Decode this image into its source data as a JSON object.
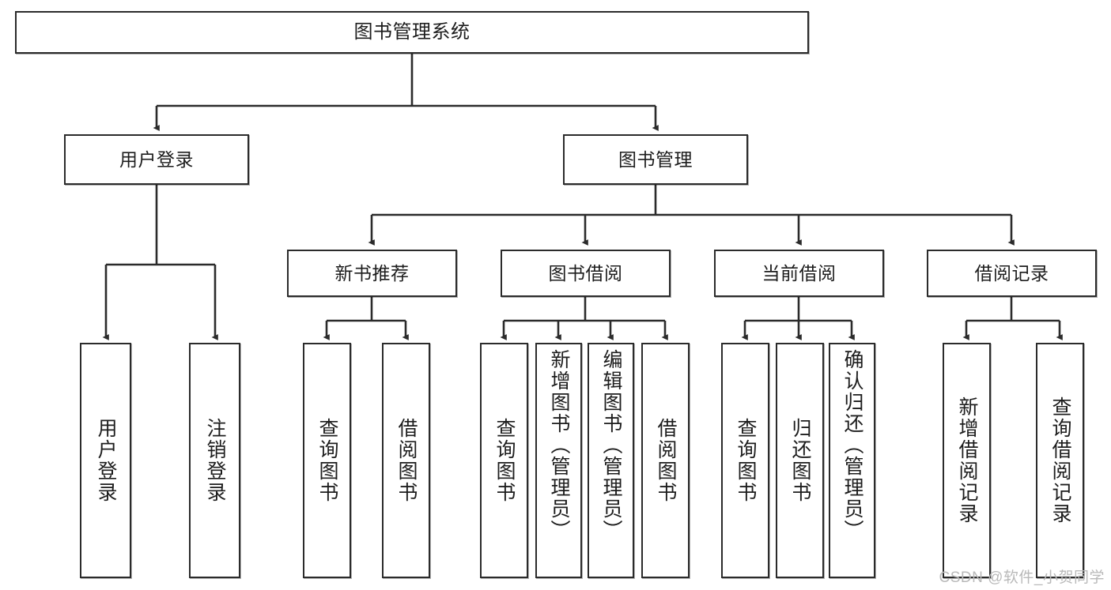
{
  "diagram": {
    "title": "图书管理系统",
    "type": "tree",
    "watermark": "CSDN @软件_小贺同学",
    "root": {
      "id": "root",
      "label": "图书管理系统"
    },
    "level2": [
      {
        "id": "user-login",
        "label": "用户登录"
      },
      {
        "id": "book-manage",
        "label": "图书管理"
      }
    ],
    "level3": [
      {
        "id": "new-book-recommend",
        "label": "新书推荐"
      },
      {
        "id": "book-borrow",
        "label": "图书借阅"
      },
      {
        "id": "current-borrow",
        "label": "当前借阅"
      },
      {
        "id": "borrow-record",
        "label": "借阅记录"
      }
    ],
    "leaves": [
      {
        "id": "leaf-user-login",
        "label": "用户登录",
        "parent": "user-login"
      },
      {
        "id": "leaf-logout-login",
        "label": "注销登录",
        "parent": "user-login"
      },
      {
        "id": "leaf-query-book-1",
        "label": "查询图书",
        "parent": "new-book-recommend"
      },
      {
        "id": "leaf-borrow-book-1",
        "label": "借阅图书",
        "parent": "new-book-recommend"
      },
      {
        "id": "leaf-query-book-2",
        "label": "查询图书",
        "parent": "book-borrow"
      },
      {
        "id": "leaf-add-book",
        "label": "新增图书（管理员）",
        "parent": "book-borrow"
      },
      {
        "id": "leaf-edit-book",
        "label": "编辑图书（管理员）",
        "parent": "book-borrow"
      },
      {
        "id": "leaf-borrow-book-2",
        "label": "借阅图书",
        "parent": "book-borrow"
      },
      {
        "id": "leaf-query-book-3",
        "label": "查询图书",
        "parent": "current-borrow"
      },
      {
        "id": "leaf-return-book",
        "label": "归还图书",
        "parent": "current-borrow"
      },
      {
        "id": "leaf-confirm-return",
        "label": "确认归还（管理员）",
        "parent": "current-borrow"
      },
      {
        "id": "leaf-add-record",
        "label": "新增借阅记录",
        "parent": "borrow-record"
      },
      {
        "id": "leaf-query-record",
        "label": "查询借阅记录",
        "parent": "borrow-record"
      }
    ],
    "colors": {
      "stroke": "#2b2b2b",
      "fill": "#ffffff",
      "text": "#1d1d1d",
      "watermark": "#b9b9b9"
    }
  }
}
